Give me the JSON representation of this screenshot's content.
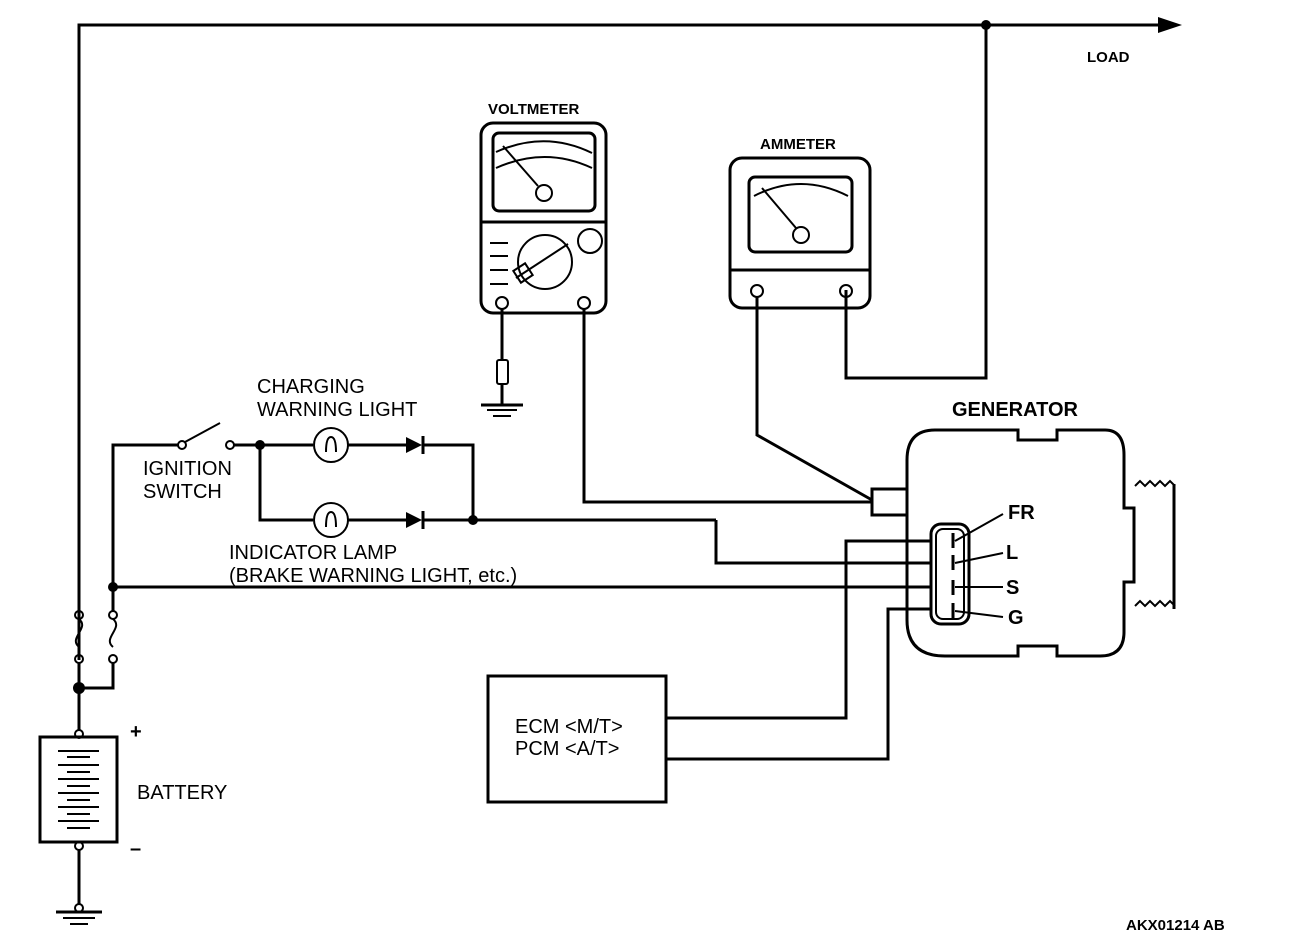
{
  "diagram": {
    "type": "wiring-diagram",
    "title": "Charging system output current test circuit",
    "labels": {
      "load": "LOAD",
      "voltmeter": "VOLTMETER",
      "ammeter": "AMMETER",
      "charging_light_line1": "CHARGING",
      "charging_light_line2": "WARNING LIGHT",
      "ignition_line1": "IGNITION",
      "ignition_line2": "SWITCH",
      "indicator_line1": "INDICATOR LAMP",
      "indicator_line2": "(BRAKE WARNING LIGHT, etc.)",
      "generator": "GENERATOR",
      "terminal_fr": "FR",
      "terminal_l": "L",
      "terminal_s": "S",
      "terminal_g": "G",
      "ecm_line1": "ECM <M/T>",
      "ecm_line2": "PCM <A/T>",
      "battery": "BATTERY",
      "battery_plus": "+",
      "battery_minus": "–",
      "figure_code": "AKX01214 AB"
    },
    "components": [
      {
        "name": "battery"
      },
      {
        "name": "fuse",
        "count": 2
      },
      {
        "name": "ignition-switch"
      },
      {
        "name": "charging-warning-light"
      },
      {
        "name": "indicator-lamp"
      },
      {
        "name": "diode",
        "count": 2
      },
      {
        "name": "voltmeter"
      },
      {
        "name": "ammeter"
      },
      {
        "name": "generator",
        "terminals": [
          "FR",
          "L",
          "S",
          "G"
        ]
      },
      {
        "name": "ecm-pcm"
      },
      {
        "name": "load"
      },
      {
        "name": "ground",
        "count": 2
      }
    ]
  }
}
